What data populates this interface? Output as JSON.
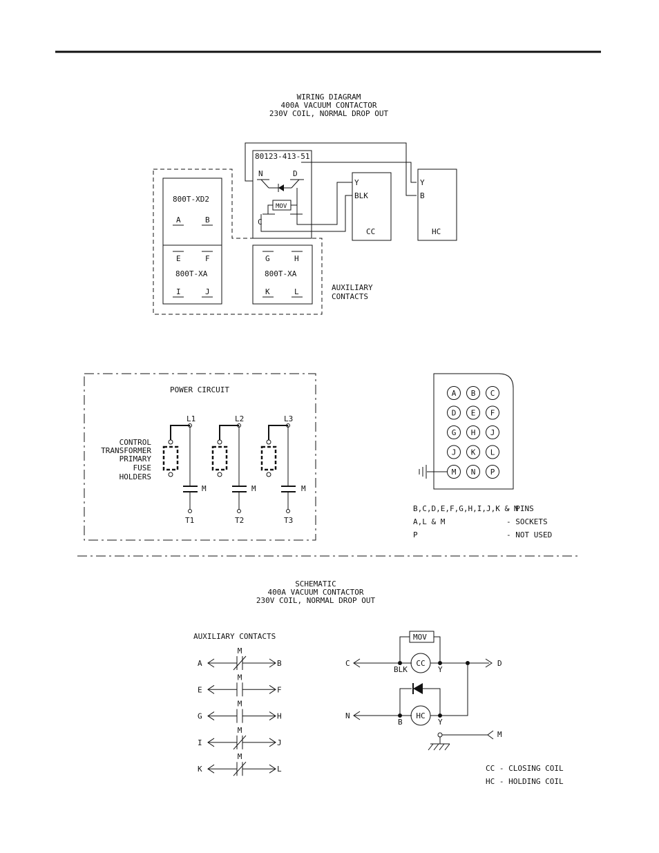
{
  "wiring": {
    "title": [
      "WIRING DIAGRAM",
      "400A VACUUM CONTACTOR",
      "230V COIL, NORMAL DROP OUT"
    ],
    "part_number": "80123-413-51",
    "terminal_n": "N",
    "terminal_d": "D",
    "terminal_c": "C",
    "mov": "MOV",
    "cc_y": "Y",
    "cc_blk": "BLK",
    "cc_label": "CC",
    "hc_y": "Y",
    "hc_b": "B",
    "hc_label": "HC",
    "block1_top": "800T-XD2",
    "block1_bottom": "800T-XA",
    "block2_bottom": "800T-XA",
    "contacts_left": [
      "A",
      "B",
      "E",
      "F",
      "I",
      "J"
    ],
    "contacts_right": [
      "G",
      "H",
      "K",
      "L"
    ],
    "aux_label": [
      "AUXILIARY",
      "CONTACTS"
    ]
  },
  "power": {
    "title": "POWER CIRCUIT",
    "lines": [
      "L1",
      "L2",
      "L3"
    ],
    "terminals": [
      "T1",
      "T2",
      "T3"
    ],
    "contact_label": "M",
    "fuse_label": [
      "CONTROL",
      "TRANSFORMER",
      "PRIMARY",
      "FUSE",
      "HOLDERS"
    ]
  },
  "connector": {
    "pins": [
      [
        "A",
        "B",
        "C"
      ],
      [
        "D",
        "E",
        "F"
      ],
      [
        "G",
        "H",
        "J"
      ],
      [
        "J",
        "K",
        "L"
      ],
      [
        "M",
        "N",
        "P"
      ]
    ],
    "legend": [
      {
        "left": "B,C,D,E,F,G,H,I,J,K & N",
        "right": "- PINS"
      },
      {
        "left": "A,L & M",
        "right": "- SOCKETS"
      },
      {
        "left": "P",
        "right": "- NOT USED"
      }
    ]
  },
  "schematic": {
    "title": [
      "SCHEMATIC",
      "400A VACUUM CONTACTOR",
      "230V COIL, NORMAL DROP OUT"
    ],
    "aux_title": "AUXILIARY CONTACTS",
    "contact_m": "M",
    "aux_rows": [
      {
        "left": "A",
        "right": "B",
        "type": "nc"
      },
      {
        "left": "E",
        "right": "F",
        "type": "no"
      },
      {
        "left": "G",
        "right": "H",
        "type": "no"
      },
      {
        "left": "I",
        "right": "J",
        "type": "nc"
      },
      {
        "left": "K",
        "right": "L",
        "type": "nc"
      }
    ],
    "mov": "MOV",
    "c": "C",
    "d": "D",
    "n": "N",
    "m": "M",
    "cc": "CC",
    "hc": "HC",
    "blk": "BLK",
    "y1": "Y",
    "b": "B",
    "y2": "Y",
    "legend": [
      "CC - CLOSING COIL",
      "HC - HOLDING COIL"
    ]
  }
}
